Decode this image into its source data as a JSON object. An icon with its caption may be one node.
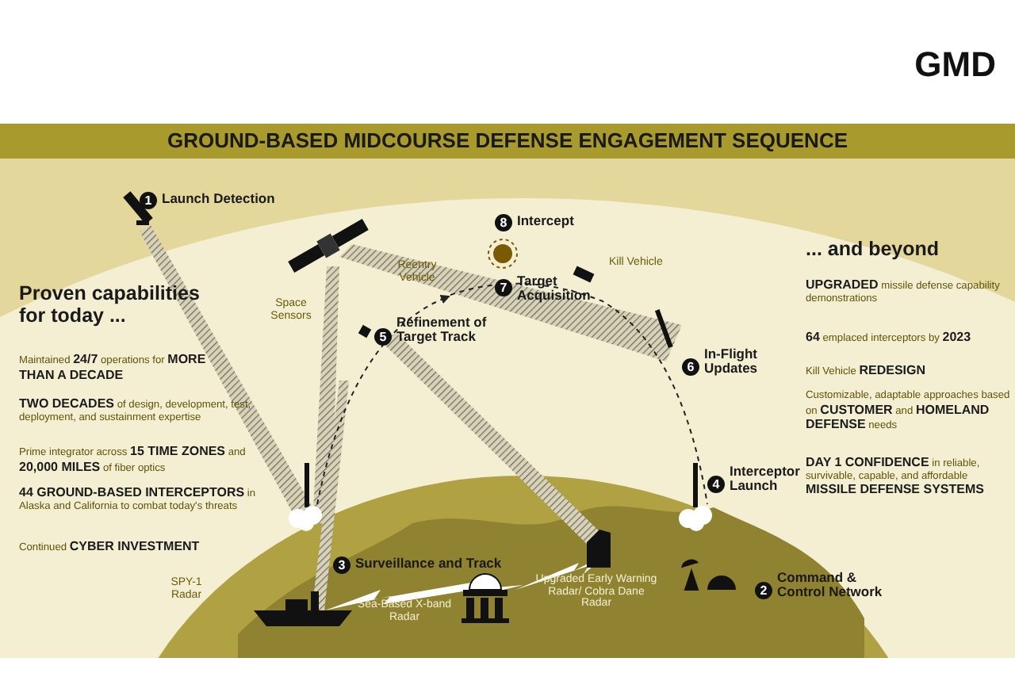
{
  "diagram": {
    "title": "GROUND-BASED MIDCOURSE DEFENSE ENGAGEMENT SEQUENCE",
    "labels": [
      "GMD",
      "1",
      "Launch Detection",
      "8",
      "Intercept",
      "Reentry Vehicle",
      "7",
      "Target Acquisition",
      "Kill Vehicle",
      "Space Sensors",
      "5",
      "Refinement of Target Track",
      "Proven capabilities for today ...",
      "Maintained **24/7** operations for **MORE THAN A DECADE**",
      "**TWO DECADES** of design, development, test, deployment, and sustainment expertise",
      "Prime integrator across **15 TIME ZONES** and **20,000 MILES** of fiber optics",
      "**44 GROUND-BASED INTERCEPTORS** in Alaska and California to combat today's threats",
      "Continued **CYBER INVESTMENT**",
      "... and beyond",
      "**UPGRADED** missile defense capability demonstrations",
      "**64** emplaced interceptors by **2023**",
      "Kill Vehicle **REDESIGN**",
      "Customizable, adaptable approaches based on **CUSTOMER** and **HOMELAND DEFENSE** needs",
      "**DAY 1 CONFIDENCE** in reliable, survivable, capable, and affordable **MISSILE DEFENSE SYSTEMS**",
      "6",
      "In-Flight Updates",
      "4",
      "Interceptor Launch",
      "3",
      "Surveillance and Track",
      "SPY-1 Radar",
      "Sea-Based X-band Radar",
      "Upgraded Early Warning Radar/ Cobra Dane Radar",
      "2",
      "Command & Control Network"
    ]
  }
}
